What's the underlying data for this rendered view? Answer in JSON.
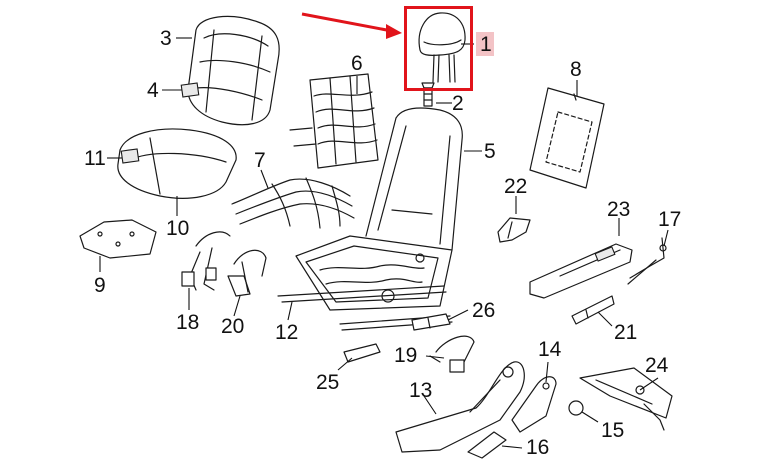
{
  "diagram": {
    "callouts": [
      {
        "id": "1",
        "label": "1"
      },
      {
        "id": "2",
        "label": "2"
      },
      {
        "id": "3",
        "label": "3"
      },
      {
        "id": "4",
        "label": "4"
      },
      {
        "id": "5",
        "label": "5"
      },
      {
        "id": "6",
        "label": "6"
      },
      {
        "id": "7",
        "label": "7"
      },
      {
        "id": "8",
        "label": "8"
      },
      {
        "id": "9",
        "label": "9"
      },
      {
        "id": "10",
        "label": "10"
      },
      {
        "id": "11",
        "label": "11"
      },
      {
        "id": "12",
        "label": "12"
      },
      {
        "id": "13",
        "label": "13"
      },
      {
        "id": "14",
        "label": "14"
      },
      {
        "id": "15",
        "label": "15"
      },
      {
        "id": "16",
        "label": "16"
      },
      {
        "id": "17",
        "label": "17"
      },
      {
        "id": "18",
        "label": "18"
      },
      {
        "id": "19",
        "label": "19"
      },
      {
        "id": "20",
        "label": "20"
      },
      {
        "id": "21",
        "label": "21"
      },
      {
        "id": "22",
        "label": "22"
      },
      {
        "id": "23",
        "label": "23"
      },
      {
        "id": "24",
        "label": "24"
      },
      {
        "id": "25",
        "label": "25"
      },
      {
        "id": "26",
        "label": "26"
      }
    ],
    "highlight": {
      "part": "1",
      "border_color": "#e1141b",
      "label_background": "#f3c3c6",
      "arrow_color": "#e1141b"
    }
  }
}
